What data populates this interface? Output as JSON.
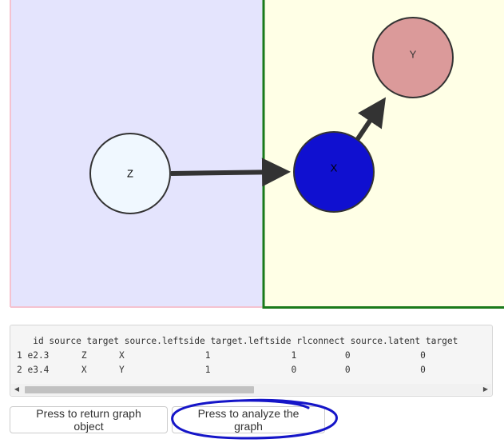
{
  "graph": {
    "nodes": [
      {
        "id": "Z",
        "label": "Z",
        "fill": "#f0f8ff"
      },
      {
        "id": "X",
        "label": "X",
        "fill": "#1010d0"
      },
      {
        "id": "Y",
        "label": "Y",
        "fill": "#db9a9a"
      }
    ],
    "edges": [
      {
        "source": "Z",
        "target": "X"
      },
      {
        "source": "X",
        "target": "Y"
      }
    ],
    "left_panel_color": "#e4e4fd",
    "left_panel_border": "#f4c2d0",
    "right_panel_color": "#ffffe6",
    "divider_color": "#1a7a1a"
  },
  "output_table": {
    "lines": [
      "   id source target source.leftside target.leftside rlconnect source.latent target",
      "1 e2.3      Z      X               1               1         0             0",
      "2 e3.4      X      Y               1               0         0             0"
    ]
  },
  "scrollbar": {
    "left_arrow_icon": "triangle-left-icon",
    "right_arrow_icon": "triangle-right-icon"
  },
  "buttons": {
    "return_label": "Press to return graph object",
    "analyze_label": "Press to analyze the graph"
  },
  "annotation": {
    "color": "#1515c8"
  }
}
